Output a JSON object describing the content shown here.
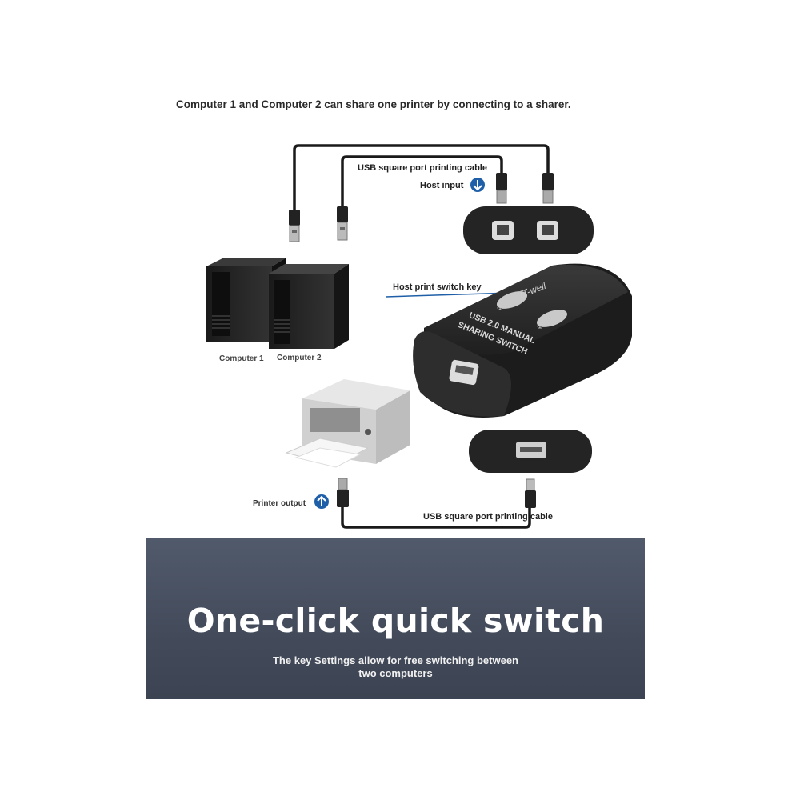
{
  "heading": "Computer 1 and Computer 2 can share one printer by connecting to a sharer.",
  "labels": {
    "cable_top": "USB square port printing cable",
    "host_input": "Host input",
    "host_print_switch_key": "Host print switch key",
    "computer1": "Computer 1",
    "computer2": "Computer 2",
    "printer_output": "Printer output",
    "cable_bottom": "USB square port printing cable"
  },
  "device": {
    "brand": "iT-well",
    "model_line1": "USB 2.0 MANUAL",
    "model_line2": "SHARING SWITCH",
    "button1": "①",
    "button2": "②"
  },
  "banner": {
    "title": "One-click quick switch",
    "subtitle_line1": "The key Settings allow for free switching between",
    "subtitle_line2": "two computers"
  },
  "colors": {
    "banner_bg": "#4a5262",
    "arrow_icon": "#1f5fa8",
    "cable": "#1a1a1a",
    "device_body": "#2b2b2b"
  }
}
